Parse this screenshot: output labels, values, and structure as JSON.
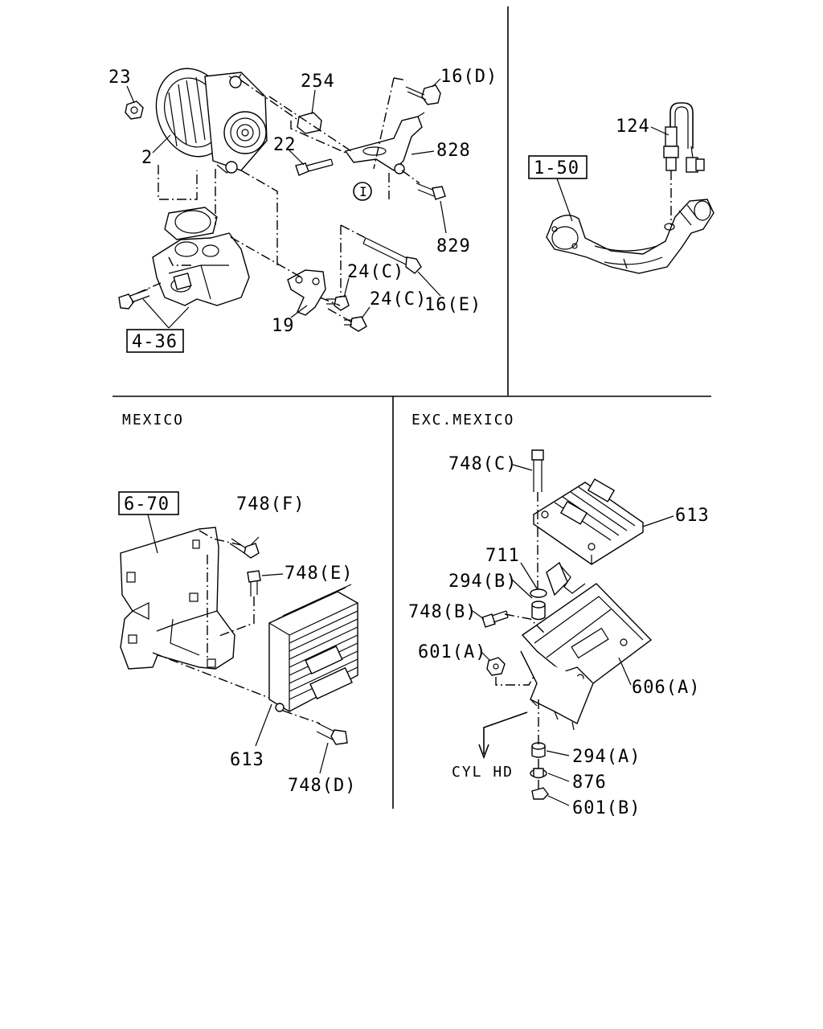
{
  "sections": {
    "mexico": "MEXICO",
    "exc_mexico": "EXC.MEXICO"
  },
  "top_left": {
    "labels": {
      "p23": "23",
      "p2": "2",
      "p254": "254",
      "p16d": "16(D)",
      "p22": "22",
      "p828": "828",
      "circle_ref": "I",
      "p829": "829",
      "p24c_a": "24(C)",
      "p24c_b": "24(C)",
      "p16e": "16(E)",
      "p19": "19",
      "ref_4_36": "4-36"
    }
  },
  "top_right": {
    "labels": {
      "p124": "124",
      "ref_1_50": "1-50"
    }
  },
  "bottom_left": {
    "labels": {
      "ref_6_70": "6-70",
      "p748f": "748(F)",
      "p748e": "748(E)",
      "p613": "613",
      "p748d": "748(D)"
    }
  },
  "bottom_right": {
    "labels": {
      "p748c": "748(C)",
      "p613": "613",
      "p711": "711",
      "p294b": "294(B)",
      "p748b": "748(B)",
      "p601a": "601(A)",
      "p606a": "606(A)",
      "cyl_hd": "CYL HD",
      "p294a": "294(A)",
      "p876": "876",
      "p601b": "601(B)"
    }
  }
}
